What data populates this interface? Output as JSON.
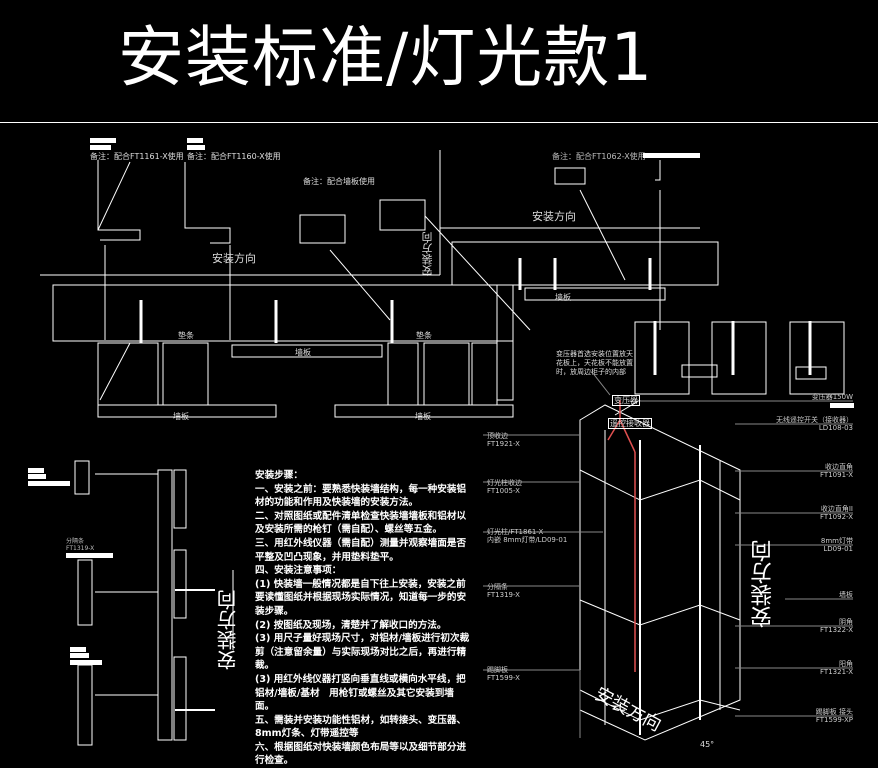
{
  "title": "安装标准/灯光款1",
  "labels": {
    "install_direction": "安装方向",
    "wall_panel": "墙板",
    "strip": "垫条",
    "note_top_left_1": "备注：配合FT1161-X使用",
    "note_top_left_2": "备注：配合FT1160-X使用",
    "note_mid": "备注：配合墙板使用",
    "note_top_right": "备注：配合FT1062-X使用",
    "part_small": "垫条",
    "transformer": "变压器",
    "remote_receiver": "遥控接收器",
    "transformer_note": "变压器首选安装位置放天花板上，天花板不能放置时，放周边柜子的内部",
    "left_part_label": "分隔条",
    "left_part_code": "FT1319-X",
    "angle_label": "45°"
  },
  "steps": {
    "heading": "安装步骤：",
    "lines": [
      "一、安装之前：要熟悉快装墙结构，每一种安装铝材的功能和作用及快装墙的安装方法。",
      "二、对照图纸或配件清单检查快装墙墙板和铝材以及安装所需的枪钉（需自配）、螺丝等五金。",
      "三、用红外线仪器（需自配）测量并观察墙面是否平整及凹凸现象，并用垫料垫平。",
      "四、安装注意事项：",
      "(1) 快装墙一般情况都是自下往上安装，安装之前要读懂图纸并根据现场实际情况，知道每一步的安装步骤。",
      "(2) 按图纸及现场，清楚并了解收口的方法。",
      "(3) 用尺子量好现场尺寸，对铝材/墙板进行初次裁剪（注意留余量）与实际现场对比之后，再进行精裁。",
      "(3) 用红外线仪器打竖向垂直线或横向水平线，把铝材/墙板/基材　用枪钉或螺丝及其它安装到墙面。",
      "五、需装并安装功能性铝材，如转接头、变压器、8mm灯条、灯带遥控等",
      "六、根据图纸对快装墙颜色布局等以及细节部分进行检查。"
    ]
  },
  "parts_left": [
    {
      "name": "顶收边",
      "code": "FT1921-X"
    },
    {
      "name": "灯光柱收边",
      "code": "FT1005-X"
    },
    {
      "name": "灯光柱/FT1861-X",
      "code": "内嵌 8mm灯带/LD09-01"
    },
    {
      "name": "分隔条",
      "code": "FT1319-X"
    },
    {
      "name": "踢脚板",
      "code": "FT1599-X"
    }
  ],
  "parts_right": [
    {
      "name": "变压器150W",
      "code": ""
    },
    {
      "name": "无线遥控开关（接收器）",
      "code": "LD108-03"
    },
    {
      "name": "收边直角",
      "code": "FT1091-X"
    },
    {
      "name": "收边直角II",
      "code": "FT1092-X"
    },
    {
      "name": "8mm灯带",
      "code": "LD09-01"
    },
    {
      "name": "墙板",
      "code": ""
    },
    {
      "name": "阴角",
      "code": "FT1322-X"
    },
    {
      "name": "阳角",
      "code": "FT1321-X"
    },
    {
      "name": "踢脚板 接头",
      "code": "FT1599-XP"
    }
  ],
  "colors": {
    "background": "#000000",
    "line": "#ffffff",
    "leader": "#888888",
    "led": "#e05050"
  }
}
